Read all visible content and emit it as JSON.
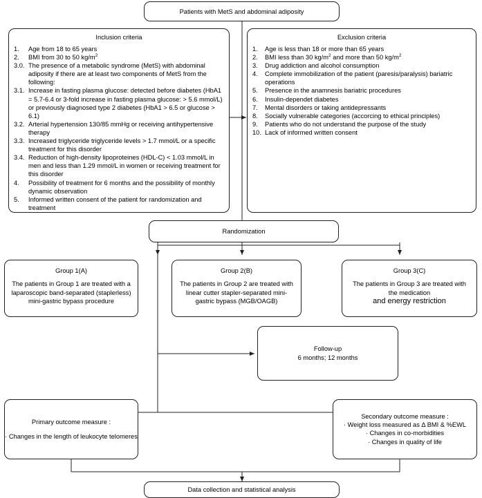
{
  "diagram": {
    "title": "Study flow diagram: MetS and abdominal adiposity randomized trial",
    "line_color": "#231f20",
    "background": "#ffffff"
  },
  "top": {
    "label": "Patients with MetS and abdominal adiposity"
  },
  "inclusion": {
    "heading": "Inclusion criteria",
    "items": [
      {
        "num": "1.",
        "text": "Age from 18 to 65 years"
      },
      {
        "num": "2.",
        "text": "BMI from 30 to 50 kg/m",
        "sup": "2"
      },
      {
        "num": "3.0.",
        "text": "The presence of a metabolic syndrome (MetS) with abdominal adiposity if there are at least two components of MetS from the following:"
      },
      {
        "num": "3.1.",
        "text": "Increase in fasting plasma glucose: detected before diabetes (HbA1 = 5.7-6.4 or 3-fold increase in fasting plasma glucose: > 5.6 mmol/L) or previously diagnosed type 2 diabetes (HbA1 > 6.5 or glucose > 6.1)"
      },
      {
        "num": "3.2.",
        "text": "Arterial hypertension 130/85 mmHg or receiving antihypertensive therapy"
      },
      {
        "num": "3.3.",
        "text": "Increased triglyceride triglyceride levels > 1.7 mmol/L or a specific treatment for this disorder"
      },
      {
        "num": "3.4.",
        "text": "Reduction of high-density lipoproteines (HDL-C) < 1.03 mmol/L in men and less than 1.29 mmol/L in women or receiving treatment for this disorder"
      },
      {
        "num": "4.",
        "text": "Possibility of treatment for 6 months and the possibility of monthly dynamic observation"
      },
      {
        "num": "5.",
        "text": "Informed written consent of the patient for randomization and treatment"
      }
    ]
  },
  "exclusion": {
    "heading": "Exclusion criteria",
    "items": [
      {
        "num": "1.",
        "text": "Age is less than 18 or more than 65 years"
      },
      {
        "num": "2.",
        "text": "BMI less than 30 kg/m",
        "sup": "2",
        "text2": " and more than 50 kg/m",
        "sup2": "2"
      },
      {
        "num": "3.",
        "text": "Drug addiction and alcohol consumption"
      },
      {
        "num": "4.",
        "text": "Complete immobilization of the patient (paresis/paralysis) bariatric operations"
      },
      {
        "num": "5.",
        "text": "Presence in the anamnesis bariatric procedures"
      },
      {
        "num": "6.",
        "text": "Insulin-dependet diabetes"
      },
      {
        "num": "7.",
        "text": "Mental disorders or taking antidepressants"
      },
      {
        "num": "8.",
        "text": "Socially vulnerable categories (accorcing to ethical principles)"
      },
      {
        "num": "9.",
        "text": "Patients who do not understand the purpose of the study"
      },
      {
        "num": "10.",
        "text": "Lack of informed written consent"
      }
    ]
  },
  "randomization": {
    "label": "Randomization"
  },
  "groups": [
    {
      "title": "Group 1(A)",
      "body": "The patients in Group 1 are treated with a laparoscopic band-separated (staplerless) mini-gastric bypass procedure"
    },
    {
      "title": "Group 2(B)",
      "body": "The patients in Group 2 are treated with linear cutter stapler-separated mini-gastric bypass (MGB/OAGB)"
    },
    {
      "title": "Group 3(C)",
      "body": "The patients in Group 3 are treated with the medication",
      "body_emphasis": "and energy restriction"
    }
  ],
  "followup": {
    "title": "Follow-up",
    "detail": "6 months; 12 months"
  },
  "primary_outcome": {
    "title": "Primary outcome measure :",
    "items": [
      "Changes in the length of leukocyte telomeres"
    ]
  },
  "secondary_outcome": {
    "title": "Secondary outcome measure :",
    "items": [
      "Weight loss measured as Δ BMI & %EWL",
      "Changes in co-morbidities",
      "Changes in quality of life"
    ]
  },
  "bottom": {
    "label": "Data collection and statistical analysis"
  }
}
